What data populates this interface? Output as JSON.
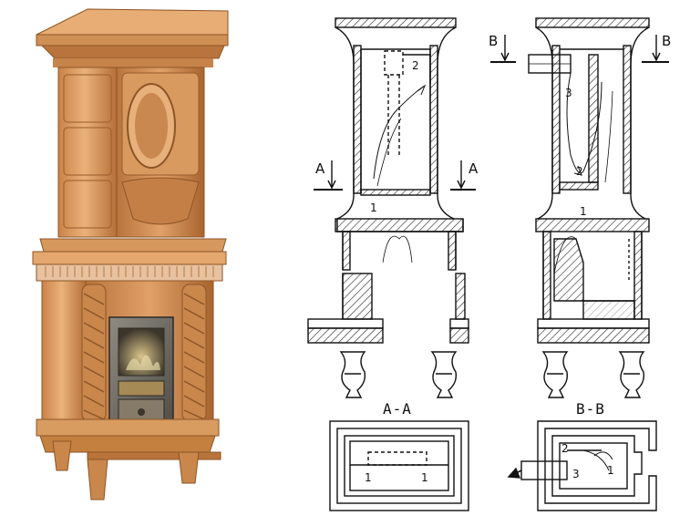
{
  "photo": {
    "description_name": "tiled-stove-photo",
    "colors": {
      "tile_light": "#e3a36b",
      "tile_mid": "#c98247",
      "tile_dark": "#9a5a2a",
      "metal": "#6d6a63",
      "brass": "#a68a55"
    }
  },
  "diagram": {
    "section_aa_marker": "A",
    "section_bb_marker": "B",
    "section_aa_title": "A-A",
    "section_bb_title": "B-B",
    "front_labels": {
      "n1": "1",
      "n2": "2"
    },
    "side_labels": {
      "n1": "1",
      "n2": "2",
      "n3": "3"
    },
    "plan_aa_labels": {
      "left": "1",
      "right": "1"
    },
    "plan_bb_labels": {
      "n1": "1",
      "n2": "2",
      "n3": "3"
    },
    "colors": {
      "line": "#111111",
      "hatch": "#222222"
    }
  }
}
